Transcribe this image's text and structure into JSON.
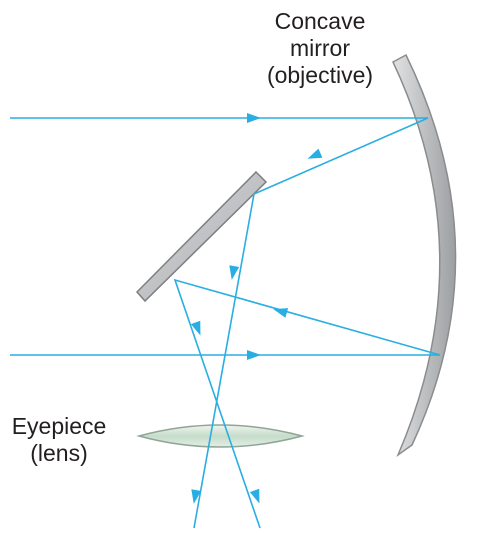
{
  "labels": {
    "mirror": {
      "line1": "Concave",
      "line2": "mirror",
      "line3": "(objective)"
    },
    "eyepiece": {
      "line1": "Eyepiece",
      "line2": "(lens)"
    }
  },
  "colors": {
    "ray": "#29aee3",
    "mirror_fill": "#c7c8ca",
    "mirror_edge": "#8a8c8e",
    "lens_fill": "#cfe3d3",
    "lens_edge": "#8fa596",
    "text": "#231f20"
  }
}
